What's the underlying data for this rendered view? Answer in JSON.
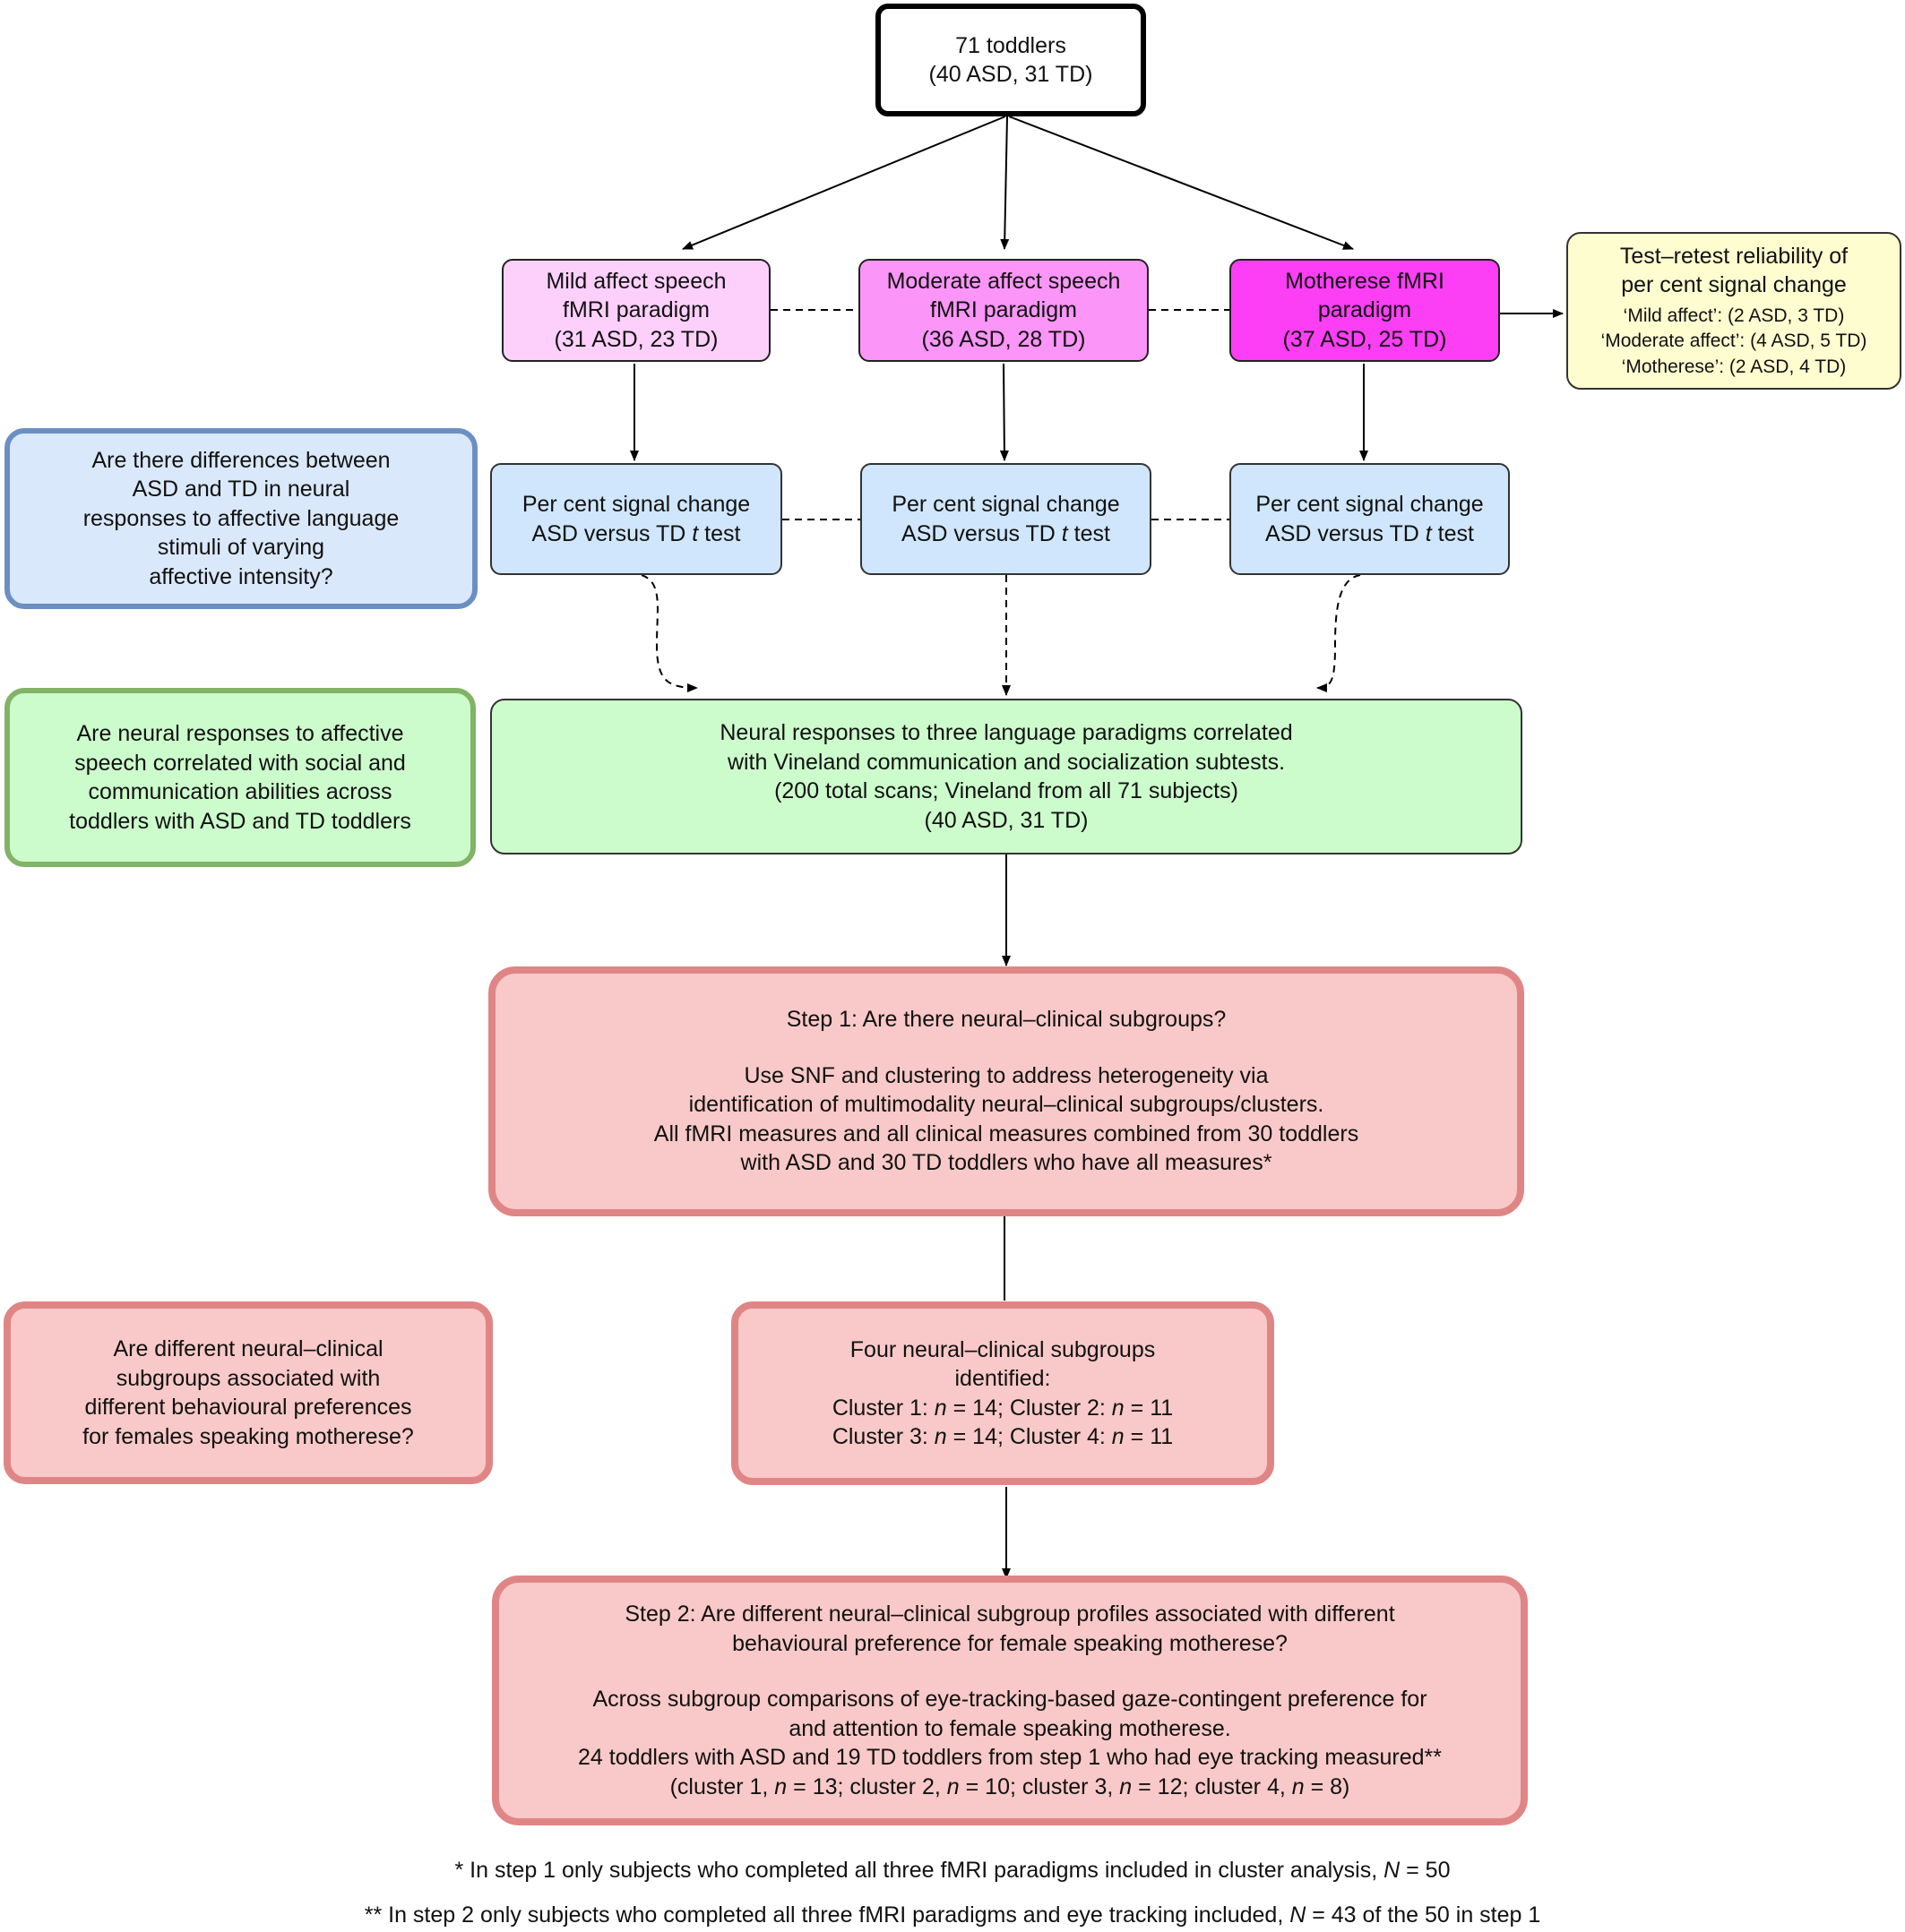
{
  "start": {
    "line1": "71 toddlers",
    "line2": "(40 ASD, 31 TD)"
  },
  "paradigms": [
    {
      "lines": [
        "Mild affect speech",
        "fMRI paradigm",
        "(31 ASD, 23 TD)"
      ],
      "color": "#fdd0fb"
    },
    {
      "lines": [
        "Moderate affect speech",
        "fMRI paradigm",
        "(36 ASD, 28 TD)"
      ],
      "color": "#fb95f7"
    },
    {
      "lines": [
        "Motherese fMRI",
        "paradigm",
        "(37 ASD, 25 TD)"
      ],
      "color": "#fc3ef5"
    }
  ],
  "retest": {
    "title1": "Test–retest reliability of",
    "title2": "per cent signal change",
    "items": [
      "‘Mild affect’: (2 ASD, 3 TD)",
      "‘Moderate affect’: (4 ASD, 5 TD)",
      "‘Motherese’: (2 ASD, 4 TD)"
    ]
  },
  "ttest": {
    "line1": "Per cent signal change",
    "line2_prefix": "ASD versus TD ",
    "line2_italic": "t",
    "line2_suffix": " test"
  },
  "question_blue": [
    "Are there differences between",
    "ASD and TD in neural",
    "responses to affective language",
    "stimuli of varying",
    "affective intensity?"
  ],
  "question_green": [
    "Are neural responses to affective",
    "speech correlated with social and",
    "communication abilities across",
    "toddlers with ASD and TD toddlers"
  ],
  "vineland": [
    "Neural responses to three language paradigms correlated",
    "with Vineland communication and socialization subtests.",
    "(200 total scans; Vineland from all 71 subjects)",
    "(40 ASD, 31 TD)"
  ],
  "step1": {
    "title": "Step 1: Are there neural–clinical subgroups?",
    "body": [
      "Use SNF and clustering to address heterogeneity via",
      "identification of multimodality neural–clinical subgroups/clusters.",
      "All fMRI measures and all clinical measures combined from 30 toddlers",
      "with ASD and 30 TD toddlers who have all measures*"
    ]
  },
  "question_red": [
    "Are different neural–clinical",
    "subgroups associated with",
    "different behavioural preferences",
    "for females speaking motherese?"
  ],
  "clusters": {
    "line1": "Four neural–clinical subgroups",
    "line2": "identified:",
    "c1": "Cluster 1: ",
    "c1v": " = 14; Cluster 2: ",
    "c2v": " = 11",
    "c3": "Cluster 3: ",
    "c3v": " = 14; Cluster 4: ",
    "c4v": " = 11",
    "n": "n"
  },
  "step2": {
    "title1": "Step 2: Are different neural–clinical subgroup profiles associated with different",
    "title2": "behavioural preference for female speaking motherese?",
    "body1": "Across subgroup comparisons of eye-tracking-based gaze-contingent preference for",
    "body2": "and attention to female speaking motherese.",
    "body3": "24 toddlers with ASD and 19 TD toddlers from step 1 who had eye tracking measured**",
    "c_a": "(cluster 1, ",
    "c_b": " = 13; cluster 2, ",
    "c_c": " = 10; cluster 3, ",
    "c_d": " = 12; cluster 4, ",
    "c_e": " = 8)",
    "n": "n"
  },
  "footnotes": {
    "f1_pre": "* In step 1 only subjects who completed all three fMRI paradigms included in cluster analysis, ",
    "f1_N": "N",
    "f1_post": " = 50",
    "f2_pre": "** In step 2 only subjects who completed all three fMRI paradigms and eye tracking included, ",
    "f2_N": "N",
    "f2_post": " = 43 of the 50 in step 1"
  },
  "colors": {
    "blue_fill": "#cfe6fc",
    "blue_border": "#6b8fc2",
    "blue_q_fill": "#dae8fb",
    "green_fill": "#ccfccc",
    "green_border": "#82b366",
    "red_fill": "#f8c9c8",
    "red_border": "#e08585",
    "yellow_fill": "#fdfdd0"
  }
}
